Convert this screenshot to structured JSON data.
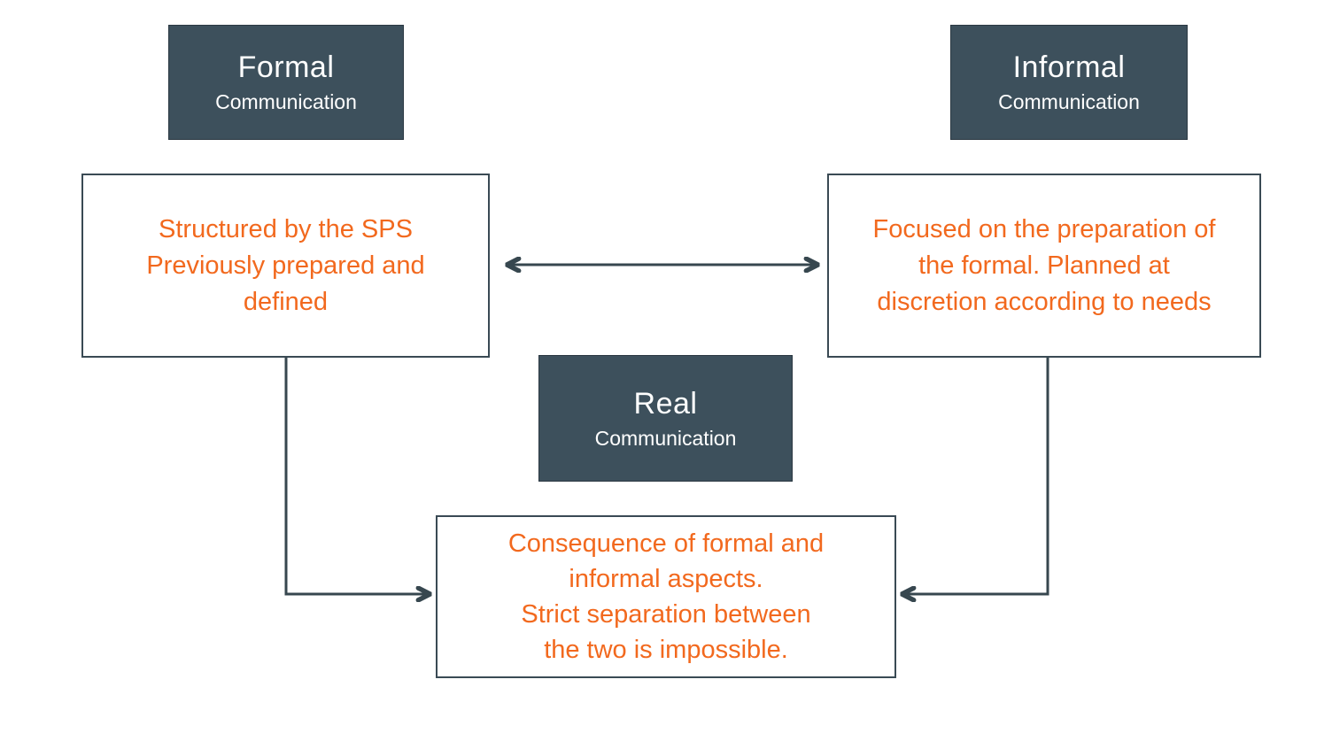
{
  "colors": {
    "box_fill": "#3D505C",
    "box_border": "#2B3842",
    "line": "#37474F",
    "accent": "#F2691E",
    "white_box_border": "#3A4A54",
    "background": "#FFFFFF",
    "title_color": "#FFFFFF"
  },
  "nodes": {
    "formal": {
      "title": "Formal",
      "subtitle": "Communication"
    },
    "informal": {
      "title": "Informal",
      "subtitle": "Communication"
    },
    "real": {
      "title": "Real",
      "subtitle": "Communication"
    }
  },
  "descriptions": {
    "formal": {
      "lines": [
        "Structured by the SPS",
        "Previously prepared and",
        "defined"
      ]
    },
    "informal": {
      "lines": [
        "Focused on the preparation of",
        "the formal. Planned at",
        "discretion according to needs"
      ]
    },
    "real": {
      "lines": [
        "Consequence of formal and",
        "informal aspects.",
        "Strict separation between",
        "the two is impossible."
      ]
    }
  }
}
